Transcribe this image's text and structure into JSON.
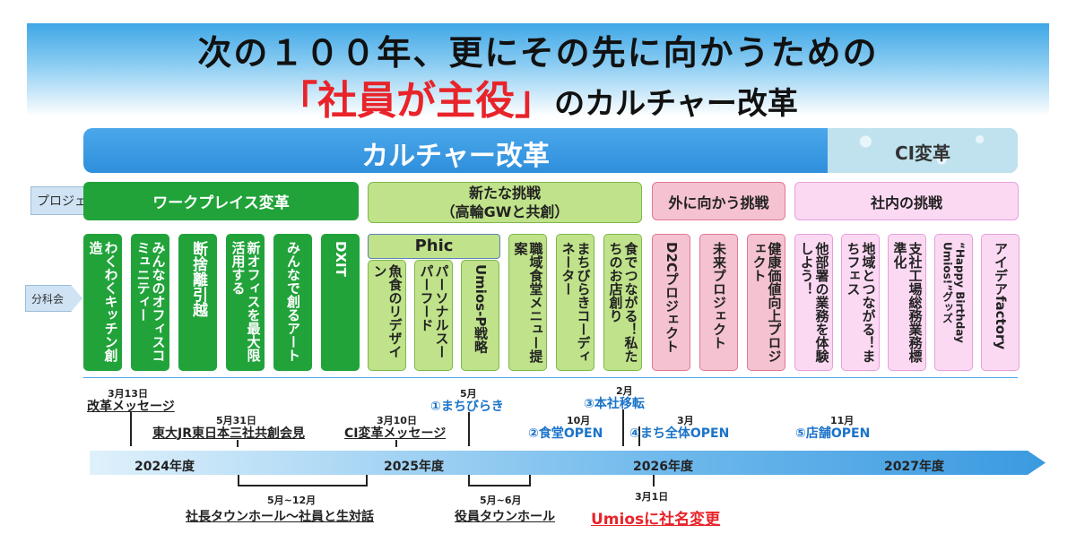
{
  "header": {
    "line1": "次の１００年、更にその先に向かうための",
    "line2_red": "「社員が主役」",
    "line2_black": "のカルチャー改革"
  },
  "culture_bar": {
    "label": "カルチャー改革",
    "ci_label": "CI変革"
  },
  "row_labels": {
    "project": "プロジェクト",
    "bunkakai": "分科会"
  },
  "categories": {
    "workplace": "ワークプレイス変革",
    "new_challenge_line1": "新たな挑戦",
    "new_challenge_line2": "（高輪GWと共創）",
    "outward": "外に向かう挑戦",
    "internal": "社内の挑戦"
  },
  "workplace_cards": [
    "わくわくキッチン創造",
    "みんなのオフィスコミュニティー",
    "断捨離引越",
    "新オフィスを最大限活用する",
    "みんなで創るアート",
    "DXIT"
  ],
  "phic_label": "Phic",
  "new_cards": [
    "魚食のリデザイン",
    "パーソナルスーパーフード",
    "Umios-P戦略",
    "職域食堂メニュー提案",
    "まちびらきコーディネーター",
    "食でつながる！私たちのお店創り"
  ],
  "outward_cards": [
    "D2Cプロジェクト",
    "未来プロジェクト",
    "健康価値向上プロジェクト"
  ],
  "internal_cards": [
    "他部署の業務を体験しよう！",
    "地域とつながる！まちフェス",
    "支社工場総務業務標準化",
    "“Happy Birthday Umios!”グッズ",
    "アイデアfactory"
  ],
  "timeline": {
    "years": [
      "2024年度",
      "2025年度",
      "2026年度",
      "2027年度"
    ],
    "events": {
      "reform_msg": {
        "date": "3月13日",
        "label": "改革メッセージ"
      },
      "joint_press": {
        "date": "5月31日",
        "label": "東大JR東日本三社共創会見"
      },
      "ci_msg": {
        "date": "3月10日",
        "label": "CI変革メッセージ"
      },
      "machibiraki": {
        "date": "5月",
        "label": "①まちびらき"
      },
      "hq_move": {
        "date": "2月",
        "label": "③本社移転"
      },
      "cafeteria": {
        "date": "10月",
        "label": "②食堂OPEN"
      },
      "town_open": {
        "date": "3月",
        "label": "④まち全体OPEN"
      },
      "store_open": {
        "date": "11月",
        "label": "⑤店舗OPEN"
      },
      "president_townhall": {
        "date": "5月~12月",
        "label": "社長タウンホール～社員と生対話"
      },
      "officer_townhall": {
        "date": "5月~6月",
        "label": "役員タウンホール"
      },
      "rename": {
        "date": "3月1日",
        "label_red": "Umiosに社名変更"
      }
    }
  }
}
